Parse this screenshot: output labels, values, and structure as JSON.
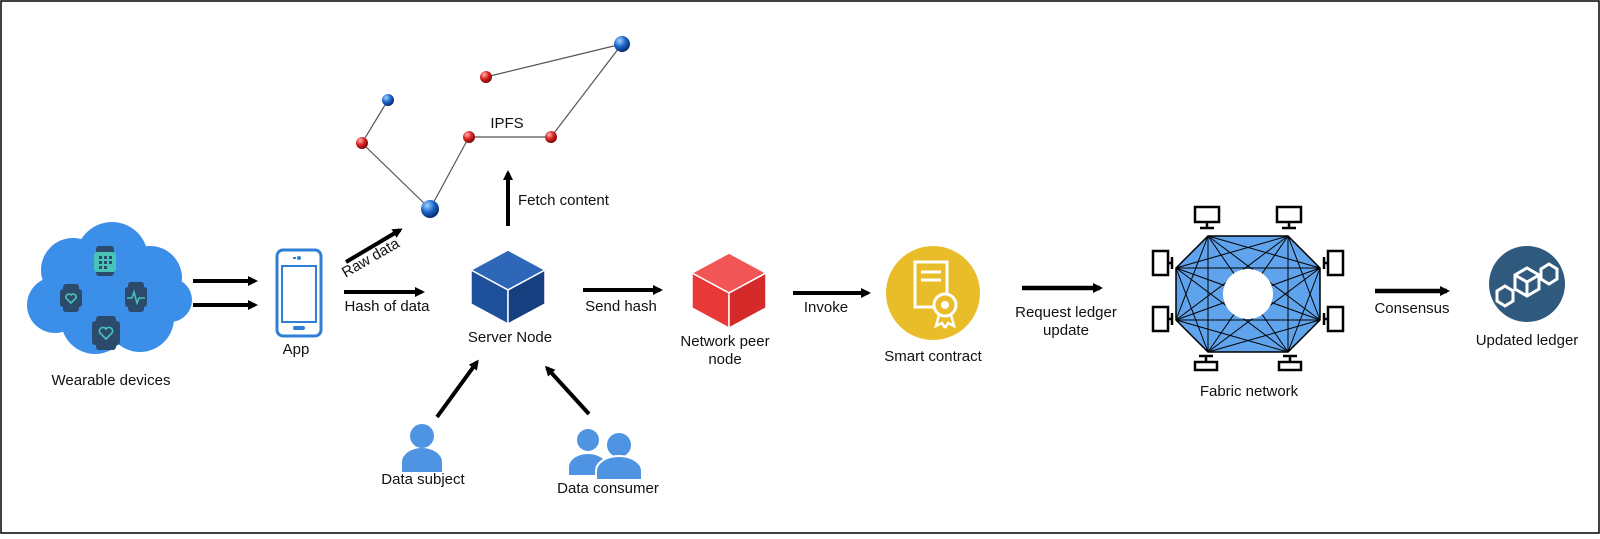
{
  "labels": {
    "wearable": "Wearable devices",
    "app": "App",
    "raw_data": "Raw data",
    "hash_of_data": "Hash of data",
    "ipfs": "IPFS",
    "fetch_content": "Fetch content",
    "server_node": "Server Node",
    "send_hash": "Send hash",
    "network_peer_line1": "Network peer",
    "network_peer_line2": "node",
    "invoke": "Invoke",
    "smart_contract": "Smart contract",
    "request_line1": "Request ledger",
    "request_line2": "update",
    "fabric_network": "Fabric network",
    "consensus": "Consensus",
    "updated_ledger": "Updated ledger",
    "data_subject": "Data subject",
    "data_consumer": "Data consumer"
  },
  "colors": {
    "cloud": "#3b8fe8",
    "device_dark": "#2c4a6b",
    "device_teal": "#49c2b8",
    "phone_blue": "#2f7fd6",
    "server_cube": "#1d4f9a",
    "peer_cube": "#e83838",
    "contract_gold": "#e9bd2a",
    "fabric_blue": "#5fa3ec",
    "ledger_circle": "#2f5a7e",
    "person_blue": "#4f93e3",
    "arrow": "#000000"
  },
  "icons": {
    "wearable": "smartwatch-cloud-icon",
    "app": "smartphone-icon",
    "server": "blue-cube-icon",
    "peer": "red-cube-icon",
    "contract": "certificate-icon",
    "fabric": "network-mesh-icon",
    "ledger": "blockchain-cubes-icon",
    "subject": "user-icon",
    "consumer": "users-icon"
  }
}
